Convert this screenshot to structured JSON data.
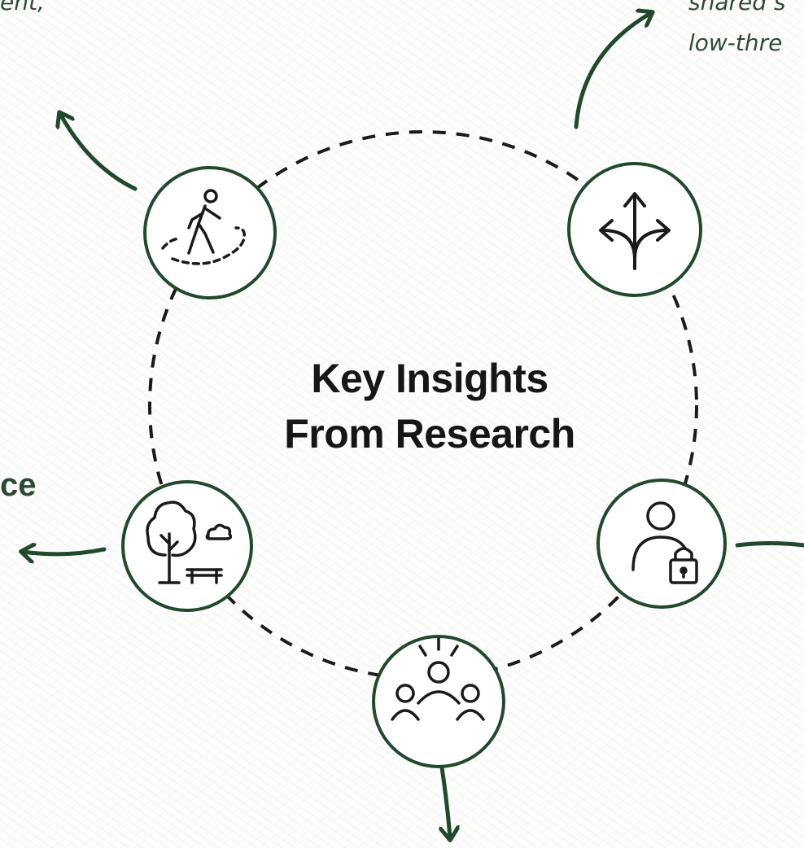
{
  "title": {
    "line1": "Key Insights",
    "line2": "From Research"
  },
  "fragments": {
    "top_left": "ent, ",
    "top_right_line1": "shared s",
    "top_right_line2": "low-thre",
    "left": "ce"
  },
  "colors": {
    "accent": "#1f4a2c",
    "icon_stroke": "#1a1a1a",
    "text": "#161616",
    "background": "#fdfdfc"
  },
  "nodes": [
    {
      "id": "walking",
      "icon": "walking-person-icon"
    },
    {
      "id": "choices",
      "icon": "branching-arrows-icon"
    },
    {
      "id": "privacy",
      "icon": "person-lock-icon"
    },
    {
      "id": "community",
      "icon": "group-people-icon"
    },
    {
      "id": "park",
      "icon": "tree-bench-icon"
    }
  ]
}
